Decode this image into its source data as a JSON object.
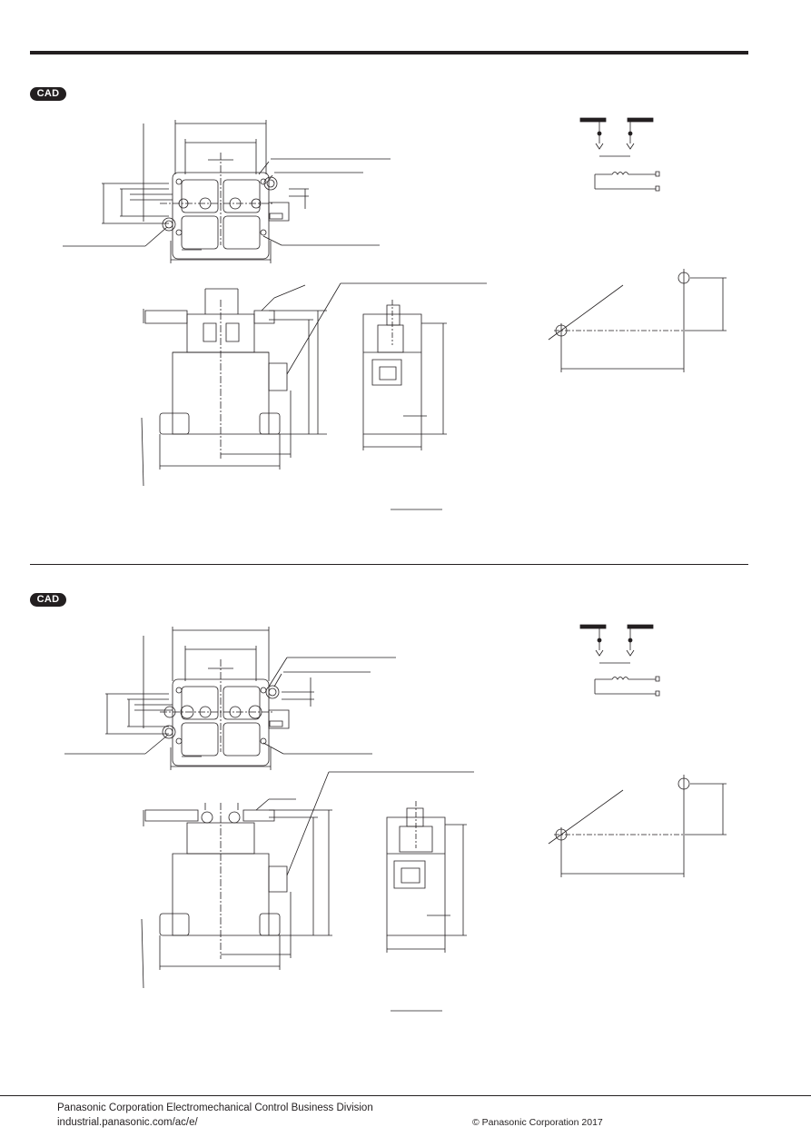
{
  "sections": [
    {
      "cad_label": "CAD"
    },
    {
      "cad_label": "CAD"
    }
  ],
  "footer": {
    "company": "Panasonic Corporation Electromechanical Control Business Division",
    "url": "industrial.panasonic.com/ac/e/",
    "copyright": "© Panasonic Corporation 2017"
  }
}
